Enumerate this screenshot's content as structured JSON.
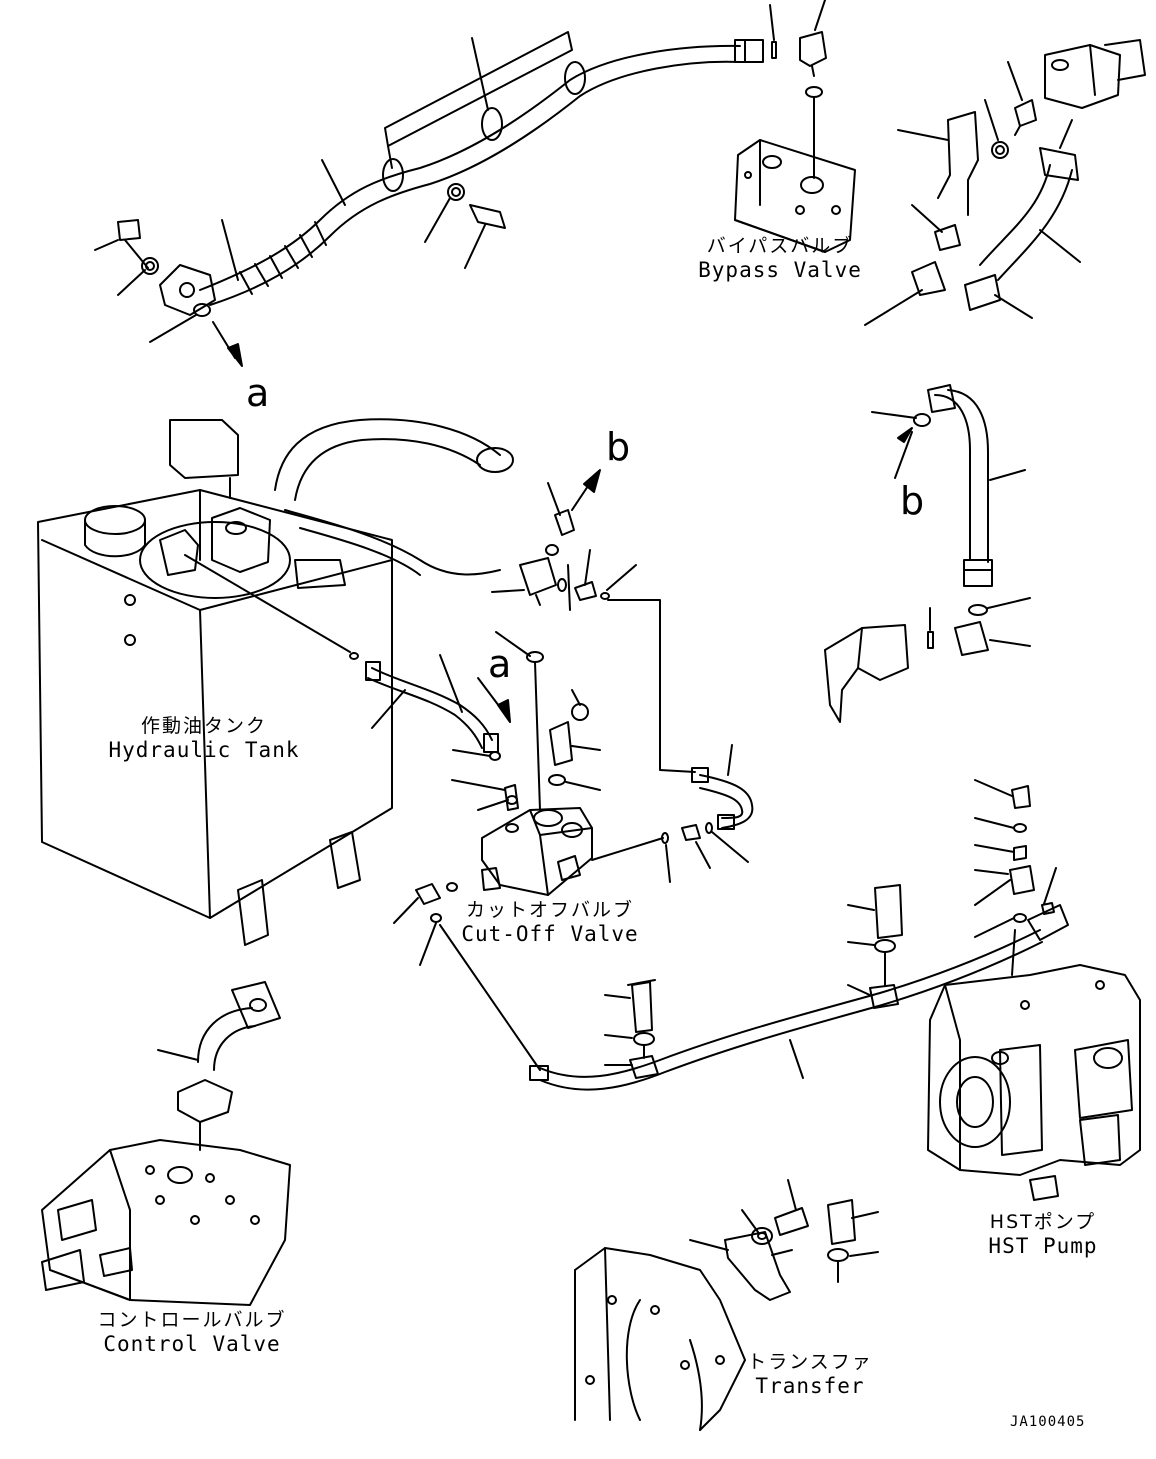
{
  "components": {
    "bypass_valve": {
      "jp": "バイパスバルブ",
      "en": "Bypass Valve"
    },
    "hydraulic_tank": {
      "jp": "作動油タンク",
      "en": "Hydraulic Tank"
    },
    "cut_off_valve": {
      "jp": "カットオフバルブ",
      "en": "Cut-Off Valve"
    },
    "control_valve": {
      "jp": "コントロールバルブ",
      "en": "Control Valve"
    },
    "hst_pump": {
      "jp": "HSTポンプ",
      "en": "HST Pump"
    },
    "transfer": {
      "jp": "トランスファ",
      "en": "Transfer"
    }
  },
  "connection_markers": {
    "a_top": "a",
    "b_top": "b",
    "a_center": "a",
    "b_right": "b"
  },
  "drawing_code": "JA100405"
}
